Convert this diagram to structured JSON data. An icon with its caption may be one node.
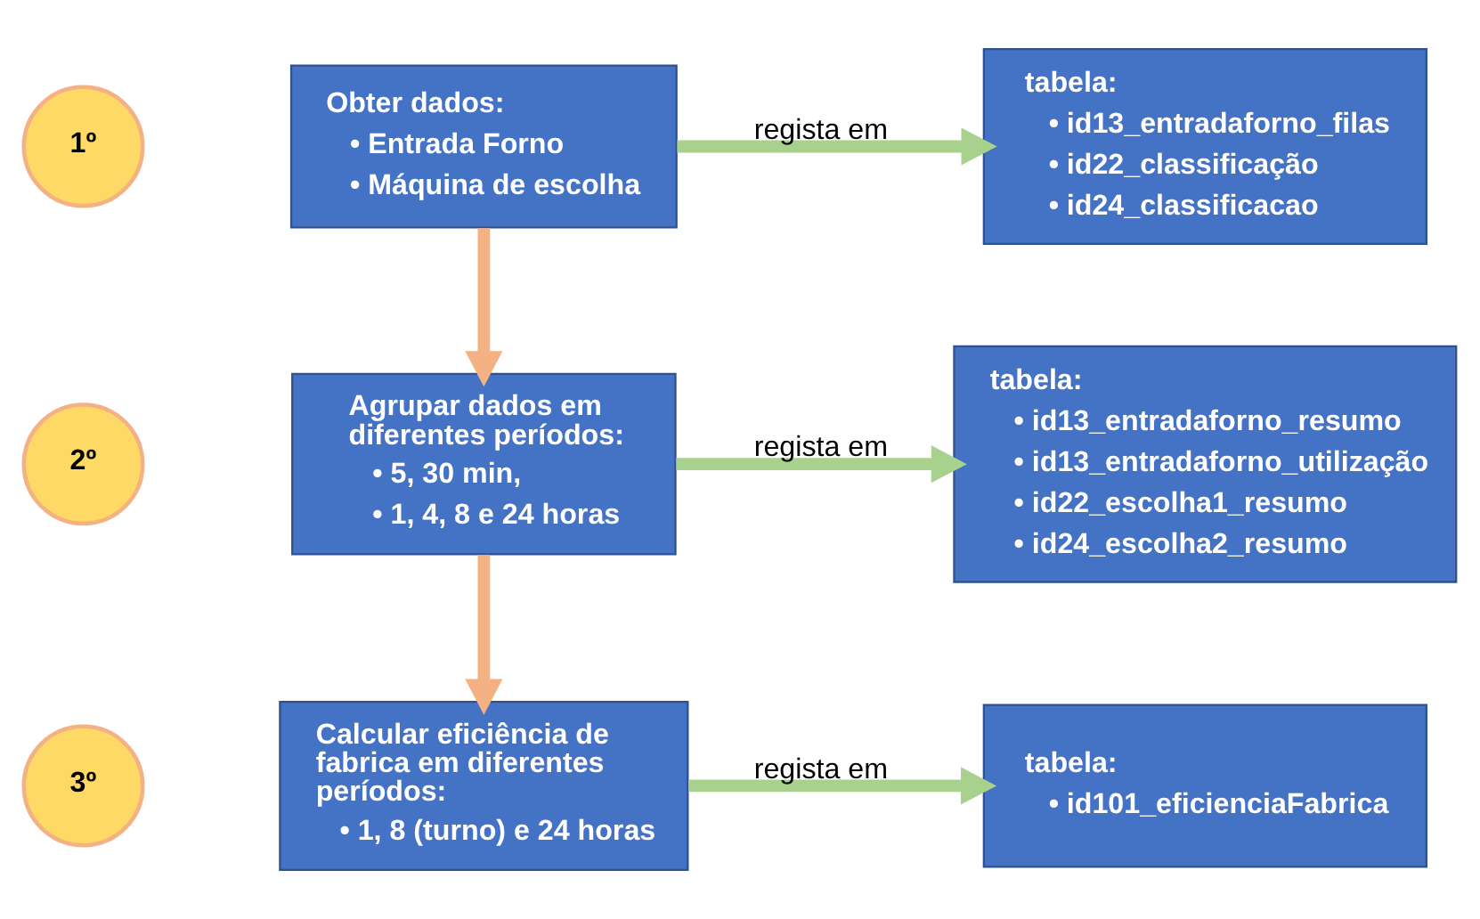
{
  "diagram": {
    "nodes": [
      {
        "text": [
          "1º"
        ]
      },
      {
        "text": [
          "Obter dados:",
          "• Entrada Forno",
          "• Máquina de escolha"
        ]
      },
      {
        "text": [
          "tabela:",
          "• id13_entradaforno_filas",
          "• id22_classificação",
          "• id24_classificacao"
        ]
      },
      {
        "text": [
          "2º"
        ]
      },
      {
        "text": [
          "Agrupar dados em diferentes períodos:",
          "• 5, 30 min,",
          "• 1, 4, 8 e 24 horas"
        ]
      },
      {
        "text": [
          "tabela:",
          "• id13_entradaforno_resumo",
          "• id13_entradaforno_utilização",
          "• id22_escolha1_resumo",
          "• id24_escolha2_resumo"
        ]
      },
      {
        "text": [
          "3º"
        ]
      },
      {
        "text": [
          "Calcular eficiência de fabrica em diferentes períodos:",
          "• 1, 8 (turno) e 24 horas"
        ]
      },
      {
        "text": [
          "tabela:",
          "• id101_eficienciaFabrica"
        ]
      }
    ],
    "edges": [
      {
        "from": 1,
        "to": 2,
        "arrow": "to",
        "label": "regista em"
      },
      {
        "from": 1,
        "to": 4,
        "arrow": "to",
        "color": "#f4b183"
      },
      {
        "from": 4,
        "to": 5,
        "arrow": "to",
        "label": "regista em"
      },
      {
        "from": 4,
        "to": 7,
        "arrow": "to",
        "color": "#f4b183"
      },
      {
        "from": 7,
        "to": 8,
        "arrow": "to",
        "label": "regista em"
      }
    ]
  }
}
